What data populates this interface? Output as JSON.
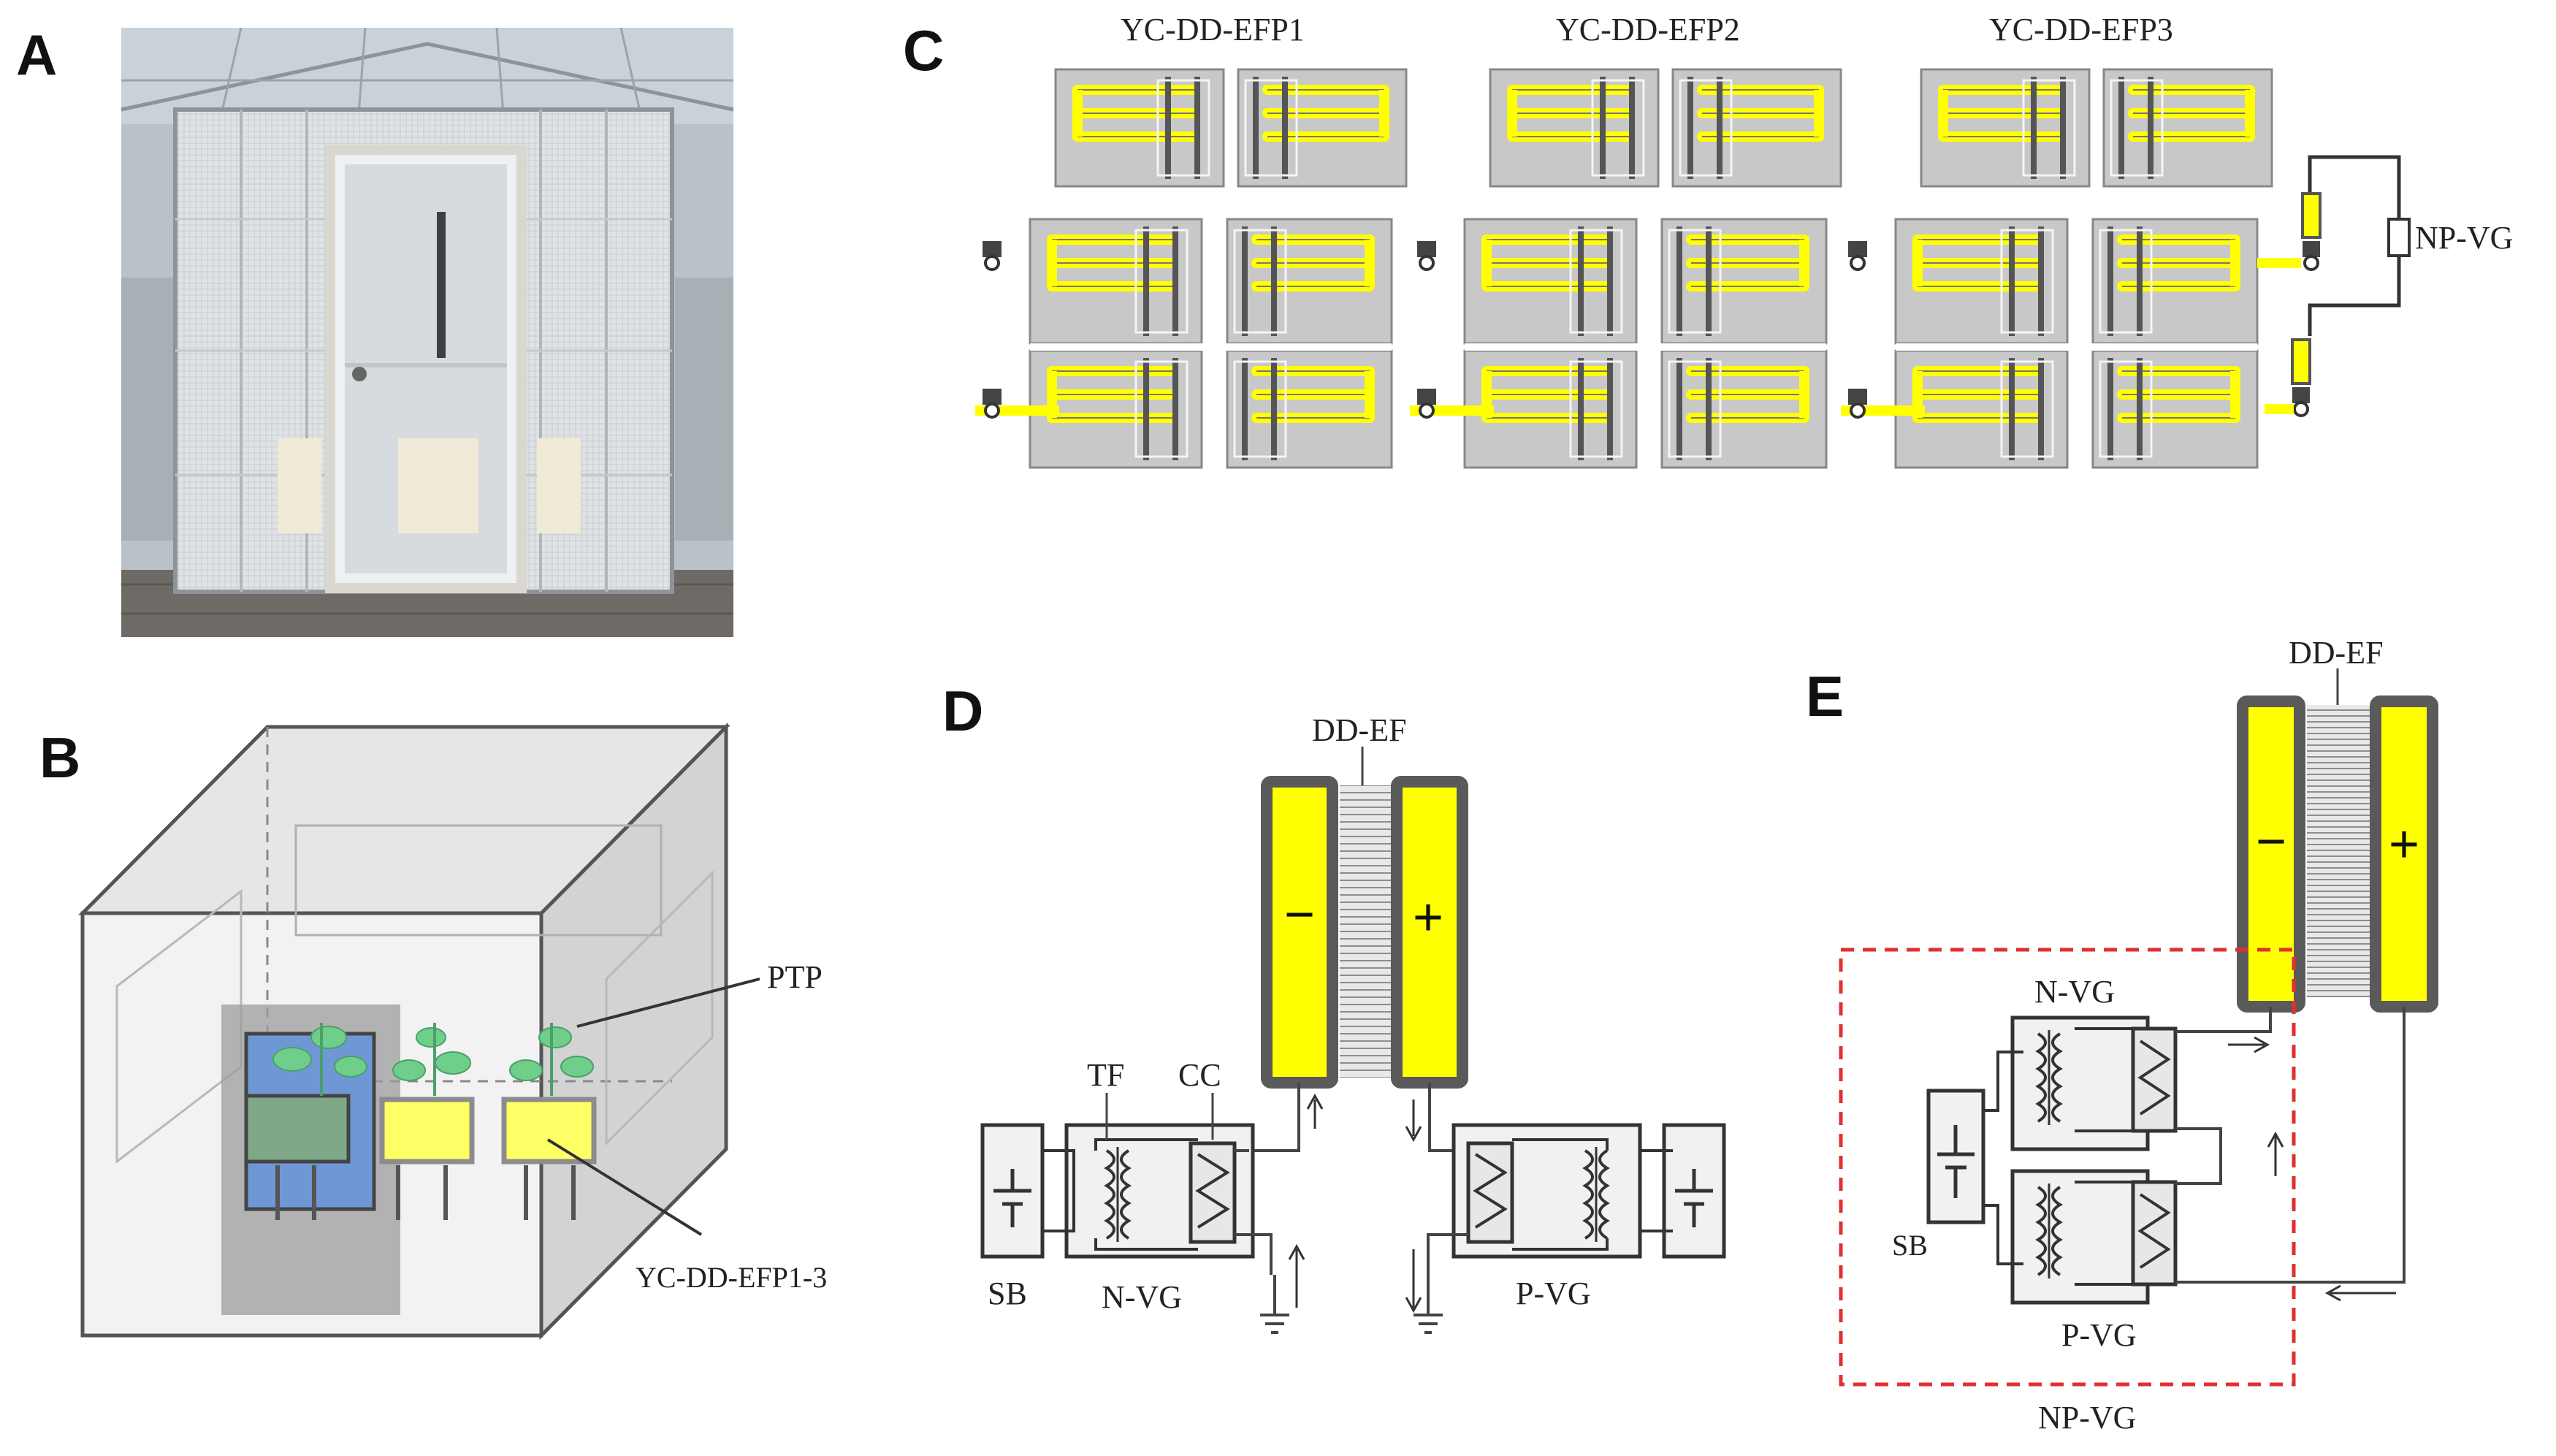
{
  "panels": {
    "a": {
      "letter": "A"
    },
    "b": {
      "letter": "B",
      "ptp_label": "PTP",
      "device_label": "YC-DD-EFP1-3"
    },
    "c": {
      "letter": "C",
      "units": [
        "YC-DD-EFP1",
        "YC-DD-EFP2",
        "YC-DD-EFP3"
      ],
      "generator_label": "NP-VG"
    },
    "d": {
      "letter": "D",
      "field_label": "DD-EF",
      "neg_sign": "−",
      "pos_sign": "+",
      "tf_label": "TF",
      "cc_label": "CC",
      "sb_label": "SB",
      "nvg_label": "N-VG",
      "pvg_label": "P-VG"
    },
    "e": {
      "letter": "E",
      "field_label": "DD-EF",
      "neg_sign": "−",
      "pos_sign": "+",
      "nvg_label": "N-VG",
      "pvg_label": "P-VG",
      "sb_label": "SB",
      "npvg_label": "NP-VG"
    }
  },
  "colors": {
    "electrode_fill": "#ffff00",
    "electrode_border": "#5a5a5a",
    "panel_gray": "#c8c8c8",
    "dashed_box": "#e03030"
  }
}
